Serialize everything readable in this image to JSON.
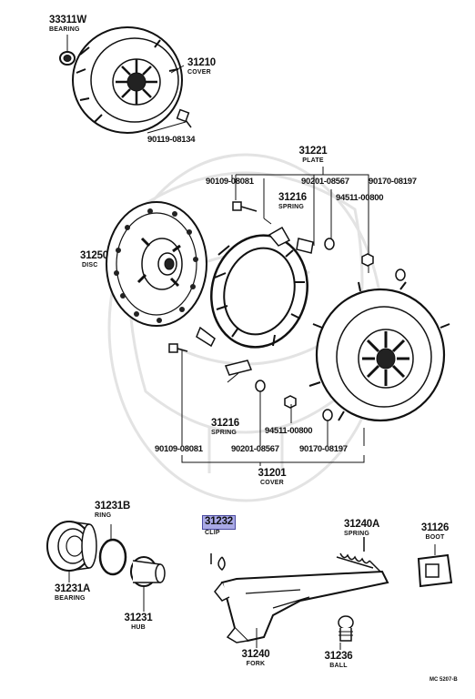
{
  "labels": {
    "p33311w": {
      "num": "33311W",
      "name": "BEARING"
    },
    "p31210": {
      "num": "31210",
      "name": "COVER"
    },
    "p90119": {
      "num": "90119-08134"
    },
    "p31221": {
      "num": "31221",
      "name": "PLATE"
    },
    "p90109_top": {
      "num": "90109-08081"
    },
    "p90201_top": {
      "num": "90201-08567"
    },
    "p90170_top": {
      "num": "90170-08197"
    },
    "p31216_top": {
      "num": "31216",
      "name": "SPRING"
    },
    "p94511_top": {
      "num": "94511-00800"
    },
    "p31250": {
      "num": "31250",
      "name": "DISC"
    },
    "p31216_bot": {
      "num": "31216",
      "name": "SPRING"
    },
    "p94511_bot": {
      "num": "94511-00800"
    },
    "p90109_bot": {
      "num": "90109-08081"
    },
    "p90201_bot": {
      "num": "90201-08567"
    },
    "p90170_bot": {
      "num": "90170-08197"
    },
    "p31201": {
      "num": "31201",
      "name": "COVER"
    },
    "p31231b": {
      "num": "31231B",
      "name": "RING"
    },
    "p31232": {
      "num": "31232",
      "name": "CLIP"
    },
    "p31240a": {
      "num": "31240A",
      "name": "SPRING"
    },
    "p31126": {
      "num": "31126",
      "name": "BOOT"
    },
    "p31231a": {
      "num": "31231A",
      "name": "BEARING"
    },
    "p31231": {
      "num": "31231",
      "name": "HUB"
    },
    "p31240": {
      "num": "31240",
      "name": "FORK"
    },
    "p31236": {
      "num": "31236",
      "name": "BALL"
    }
  },
  "ref_code": "MC 5207-B",
  "colors": {
    "ink": "#111111",
    "highlight": "#a9a9e6",
    "watermark": "#e6e6e6"
  }
}
